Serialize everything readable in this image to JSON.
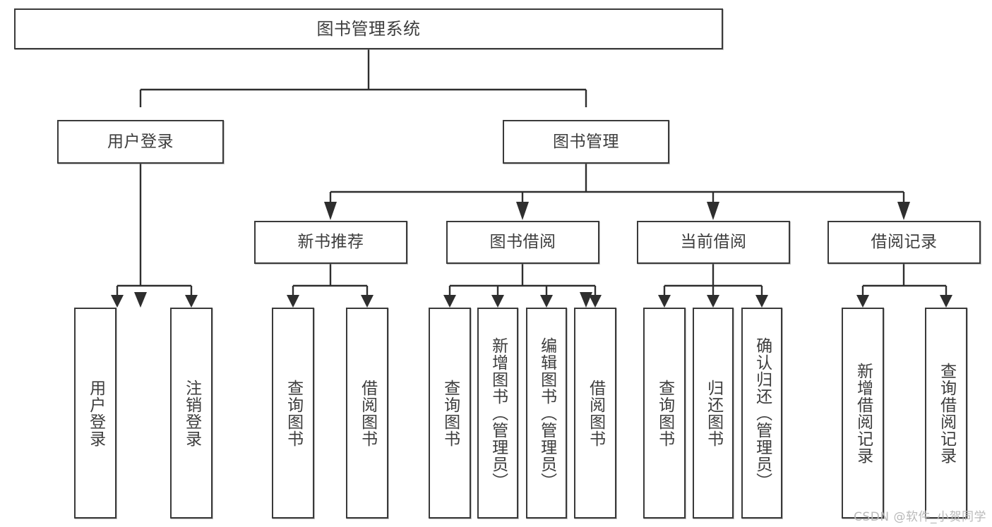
{
  "diagram": {
    "type": "tree",
    "title": "图书管理系统",
    "orientation": "top-down",
    "colors": {
      "box_border": "#3a3a3a",
      "box_fill": "#ffffff",
      "edge": "#2e2e2e",
      "text": "#3d3d3d",
      "watermark": "#b9b9b9"
    }
  },
  "nodes": {
    "root": {
      "label": "图书管理系统"
    },
    "level2": [
      {
        "id": "user-login",
        "label": "用户登录"
      },
      {
        "id": "book-manage",
        "label": "图书管理"
      }
    ],
    "level3": [
      {
        "id": "new-book-recommend",
        "label": "新书推荐"
      },
      {
        "id": "book-borrow",
        "label": "图书借阅"
      },
      {
        "id": "current-borrow",
        "label": "当前借阅"
      },
      {
        "id": "borrow-record",
        "label": "借阅记录"
      }
    ],
    "leaves": {
      "user-login": [
        {
          "id": "leaf-user-login",
          "label": "用户登录"
        },
        {
          "id": "leaf-logout-login",
          "label": "注销登录"
        }
      ],
      "new-book-recommend": [
        {
          "id": "leaf-query-book-1",
          "label": "查询图书"
        },
        {
          "id": "leaf-borrow-book-1",
          "label": "借阅图书"
        }
      ],
      "book-borrow": [
        {
          "id": "leaf-query-book-2",
          "label": "查询图书"
        },
        {
          "id": "leaf-add-book",
          "label": "新增图书（管理员）"
        },
        {
          "id": "leaf-edit-book",
          "label": "编辑图书（管理员）"
        },
        {
          "id": "leaf-borrow-book-2",
          "label": "借阅图书"
        }
      ],
      "current-borrow": [
        {
          "id": "leaf-query-book-3",
          "label": "查询图书"
        },
        {
          "id": "leaf-return-book",
          "label": "归还图书"
        },
        {
          "id": "leaf-confirm-return",
          "label": "确认归还（管理员）"
        }
      ],
      "borrow-record": [
        {
          "id": "leaf-add-record",
          "label": "新增借阅记录"
        },
        {
          "id": "leaf-query-record",
          "label": "查询借阅记录"
        }
      ]
    }
  },
  "watermark": {
    "text": "CSDN @软件_小贺同学"
  }
}
